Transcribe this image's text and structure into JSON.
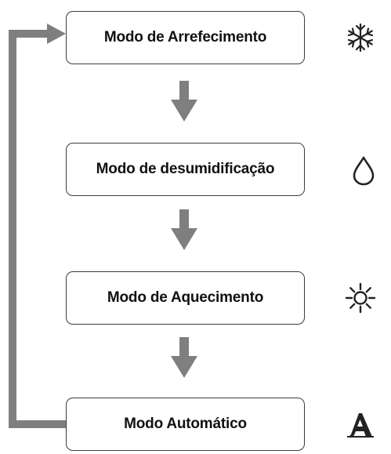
{
  "modes": [
    {
      "label": "Modo de Arrefecimento",
      "icon": "snowflake-icon"
    },
    {
      "label": "Modo de desumidificação",
      "icon": "water-drop-icon"
    },
    {
      "label": "Modo de Aquecimento",
      "icon": "sun-icon"
    },
    {
      "label": "Modo Automático",
      "icon": "auto-mode-icon"
    }
  ],
  "colors": {
    "arrow": "#7f7f7f",
    "box_border": "#3c3c3c",
    "text": "#111111",
    "icon": "#222222"
  }
}
